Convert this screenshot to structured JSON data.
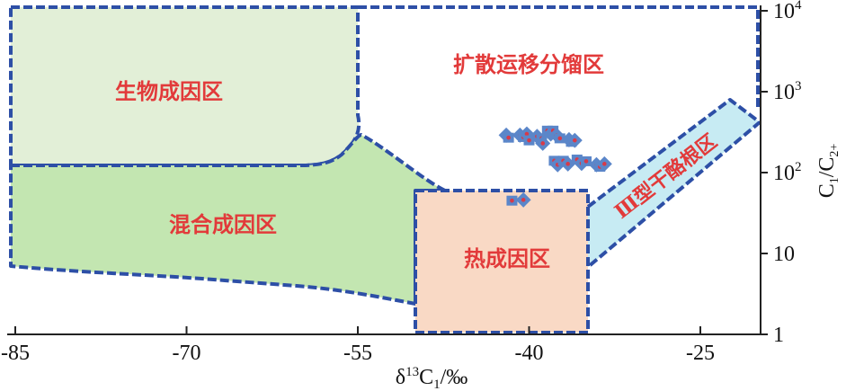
{
  "chart_data": {
    "type": "scatter",
    "title": "",
    "xlabel": "δ13C1/‰",
    "ylabel": "C1/C2+",
    "x_axis": {
      "ticks": [
        -85,
        -70,
        -55,
        -40,
        -25
      ],
      "tick_labels": [
        "-85",
        "-70",
        "-55",
        "-40",
        "-25"
      ]
    },
    "y_axis": {
      "scale": "log",
      "ticks": [
        1,
        10,
        100,
        1000,
        10000
      ],
      "tick_labels": [
        "1",
        "10",
        "10²",
        "10³",
        "10⁴"
      ]
    },
    "xlim": [
      -85.2,
      -23.2
    ],
    "ylim": [
      1,
      11000
    ],
    "grid": false,
    "zones": [
      {
        "id": "bio",
        "label": "生物成因区",
        "color": "#e2efd7"
      },
      {
        "id": "mix",
        "label": "混合成因区",
        "color": "#c3e6b1"
      },
      {
        "id": "diff",
        "label": "扩散运移分馏区",
        "color": "#ffffff"
      },
      {
        "id": "therm",
        "label": "热成因区",
        "color": "#f9d9c5"
      },
      {
        "id": "kerogen",
        "label": "Ⅲ型干酪根区",
        "color": "#c7ebf3"
      }
    ],
    "series": [
      {
        "marker_fill": "#5b86c9",
        "marker_center": "#d73a49",
        "points": [
          {
            "x": -42.0,
            "y": 290
          },
          {
            "x": -41.8,
            "y": 270
          },
          {
            "x": -40.8,
            "y": 290
          },
          {
            "x": -40.5,
            "y": 275
          },
          {
            "x": -40.2,
            "y": 300
          },
          {
            "x": -40.0,
            "y": 250
          },
          {
            "x": -39.3,
            "y": 280
          },
          {
            "x": -38.9,
            "y": 265
          },
          {
            "x": -38.8,
            "y": 230
          },
          {
            "x": -38.4,
            "y": 330
          },
          {
            "x": -38.1,
            "y": 300
          },
          {
            "x": -37.9,
            "y": 330
          },
          {
            "x": -37.6,
            "y": 290
          },
          {
            "x": -37.3,
            "y": 265
          },
          {
            "x": -36.5,
            "y": 255
          },
          {
            "x": -36.3,
            "y": 240
          },
          {
            "x": -36.0,
            "y": 250
          },
          {
            "x": -37.8,
            "y": 140
          },
          {
            "x": -37.5,
            "y": 125
          },
          {
            "x": -37.0,
            "y": 140
          },
          {
            "x": -36.6,
            "y": 128
          },
          {
            "x": -35.8,
            "y": 145
          },
          {
            "x": -35.4,
            "y": 130
          },
          {
            "x": -35.0,
            "y": 138
          },
          {
            "x": -34.1,
            "y": 125
          },
          {
            "x": -33.8,
            "y": 118
          },
          {
            "x": -33.4,
            "y": 128
          },
          {
            "x": -41.5,
            "y": 45
          },
          {
            "x": -40.5,
            "y": 46
          }
        ]
      }
    ]
  }
}
